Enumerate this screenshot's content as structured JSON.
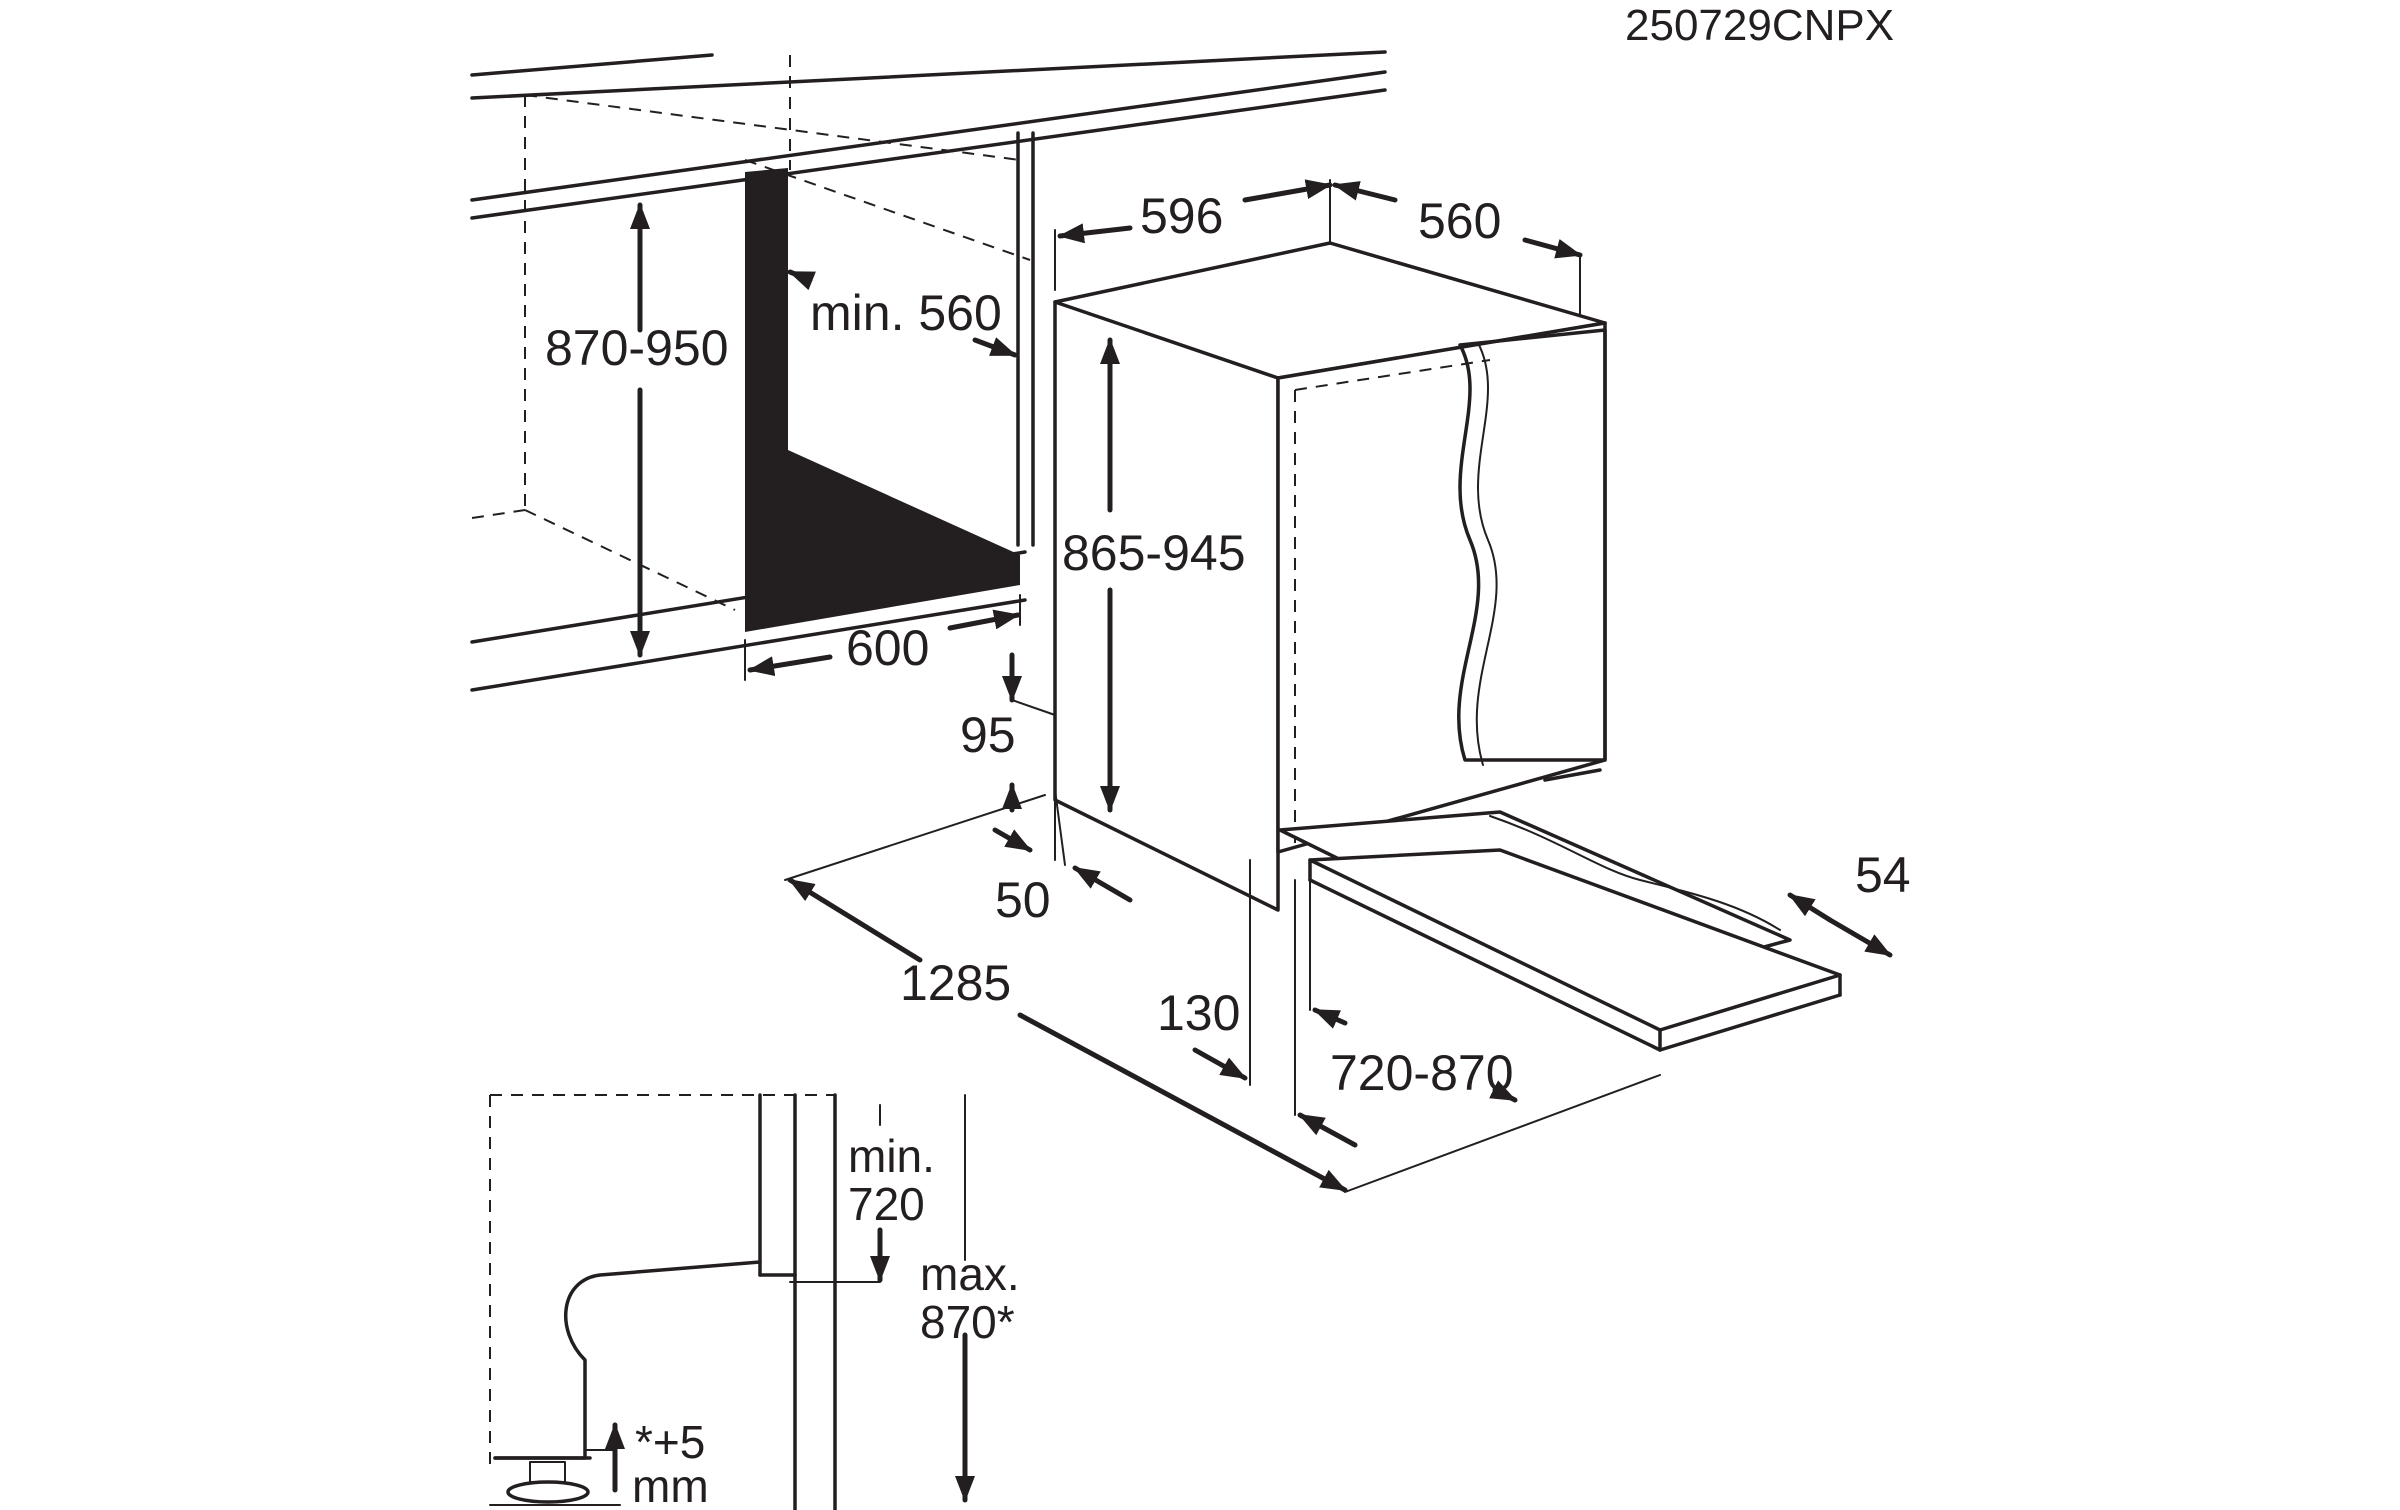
{
  "code": "250729CNPX",
  "dimensions": {
    "w596": "596",
    "d560": "560",
    "h870_950": "870-950",
    "min560": "min. 560",
    "h865_945": "865-945",
    "w600": "600",
    "d95": "95",
    "d50": "50",
    "d54": "54",
    "d1285": "1285",
    "d130": "130",
    "d720_870": "720-870"
  },
  "detail": {
    "min_line1": "min.",
    "min_line2": "720",
    "max_line1": "max.",
    "max_line2": "870*",
    "adj_line1": "*+5",
    "adj_line2": "mm"
  }
}
